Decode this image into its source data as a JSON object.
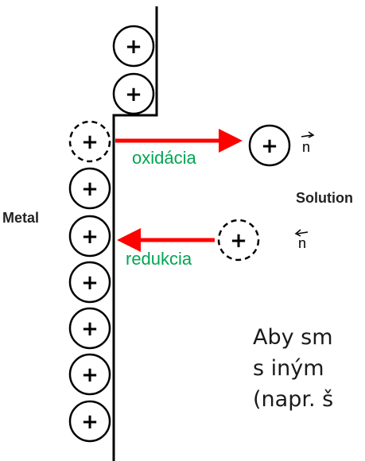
{
  "diagram": {
    "label_metal": "Metal",
    "label_solution": "Solution",
    "label_oxidation": "oxidácia",
    "label_reduction": "redukcia",
    "ion_symbol": "+",
    "normal_vector_symbol": "n",
    "caption_lines": [
      "Aby sm",
      "s iným",
      "(napr. š"
    ],
    "colors": {
      "arrow": "#ff0000",
      "reaction_label": "#00a651",
      "line": "#000000"
    },
    "icons": {
      "ion": "circle-plus",
      "vacancy_ion": "dashed-circle-plus",
      "normal_vector": "n-with-arrow"
    }
  }
}
